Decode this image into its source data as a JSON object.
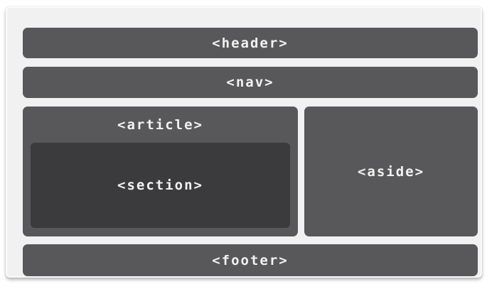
{
  "boxes": {
    "header": {
      "label": "<header>"
    },
    "nav": {
      "label": "<nav>"
    },
    "article": {
      "label": "<article>"
    },
    "section": {
      "label": "<section>"
    },
    "aside": {
      "label": "<aside>"
    },
    "footer": {
      "label": "<footer>"
    }
  },
  "colors": {
    "page_background": "#ffffff",
    "card_background": "#f1f1f2",
    "card_border": "#fafafa",
    "box_fill": "#58585a",
    "section_fill": "#3b3b3d",
    "label_text": "#f2f2f2"
  }
}
